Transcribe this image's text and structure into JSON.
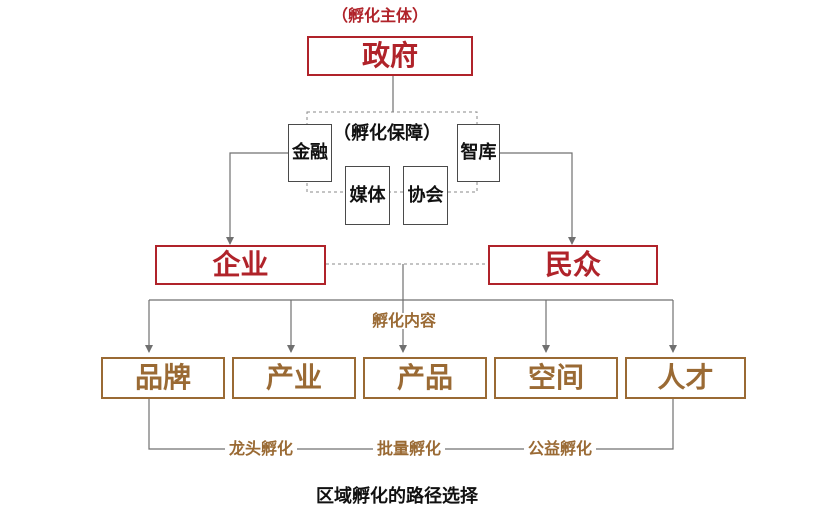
{
  "colors": {
    "accent_red": "#b0232a",
    "accent_tan": "#9a6a34",
    "line_gray": "#707070",
    "text_black": "#111111"
  },
  "diagram": {
    "subject_caption": "（孵化主体）",
    "government": "政府",
    "guarantee_caption": "（孵化保障）",
    "guarantee_items": {
      "finance": "金融",
      "think_tank": "智库",
      "media": "媒体",
      "association": "协会"
    },
    "enterprise": "企业",
    "public": "民众",
    "content_caption": "孵化内容",
    "content_items": {
      "brand": "品牌",
      "industry": "产业",
      "product": "产品",
      "space": "空间",
      "talent": "人才"
    },
    "modes": {
      "leader": "龙头孵化",
      "batch": "批量孵化",
      "public_welfare": "公益孵化"
    },
    "title": "区域孵化的路径选择"
  }
}
